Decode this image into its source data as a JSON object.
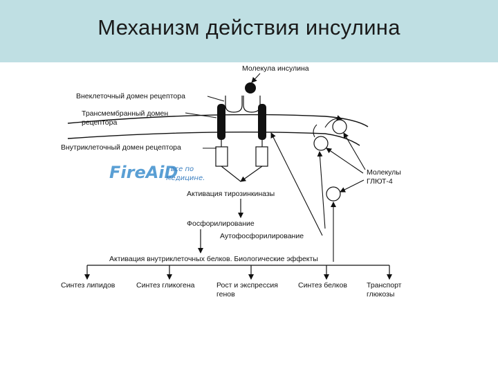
{
  "title": "Механизм действия инсулина",
  "labels": {
    "insulin_molecule": "Молекула инсулина",
    "extracellular_domain": "Внеклеточный домен рецептора",
    "transmembrane_domain_1": "Трансмембранный домен",
    "transmembrane_domain_2": "рецептора",
    "intracellular_domain": "Внутриклеточный домен рецептора",
    "glut4_1": "Молекулы",
    "glut4_2": "ГЛЮТ-4",
    "tyrosine_kinase": "Активация тирозинкиназы",
    "phosphorylation": "Фосфорилирование",
    "autophosphorylation": "Аутофосфорилирование",
    "activation_line": "Активация внутриклеточных белков. Биологические эффекты"
  },
  "effects": {
    "lipid": "Синтез липидов",
    "glycogen": "Синтез гликогена",
    "growth_1": "Рост и экспрессия",
    "growth_2": "генов",
    "protein": "Синтез белков",
    "glucose_1": "Транспорт",
    "glucose_2": "глюкозы"
  },
  "watermark": {
    "brand": "FireAiD",
    "tagline_1": "- все по",
    "tagline_2": "медицине."
  },
  "colors": {
    "title_bar": "#bfdfe3",
    "watermark": "#5a9fd4"
  }
}
